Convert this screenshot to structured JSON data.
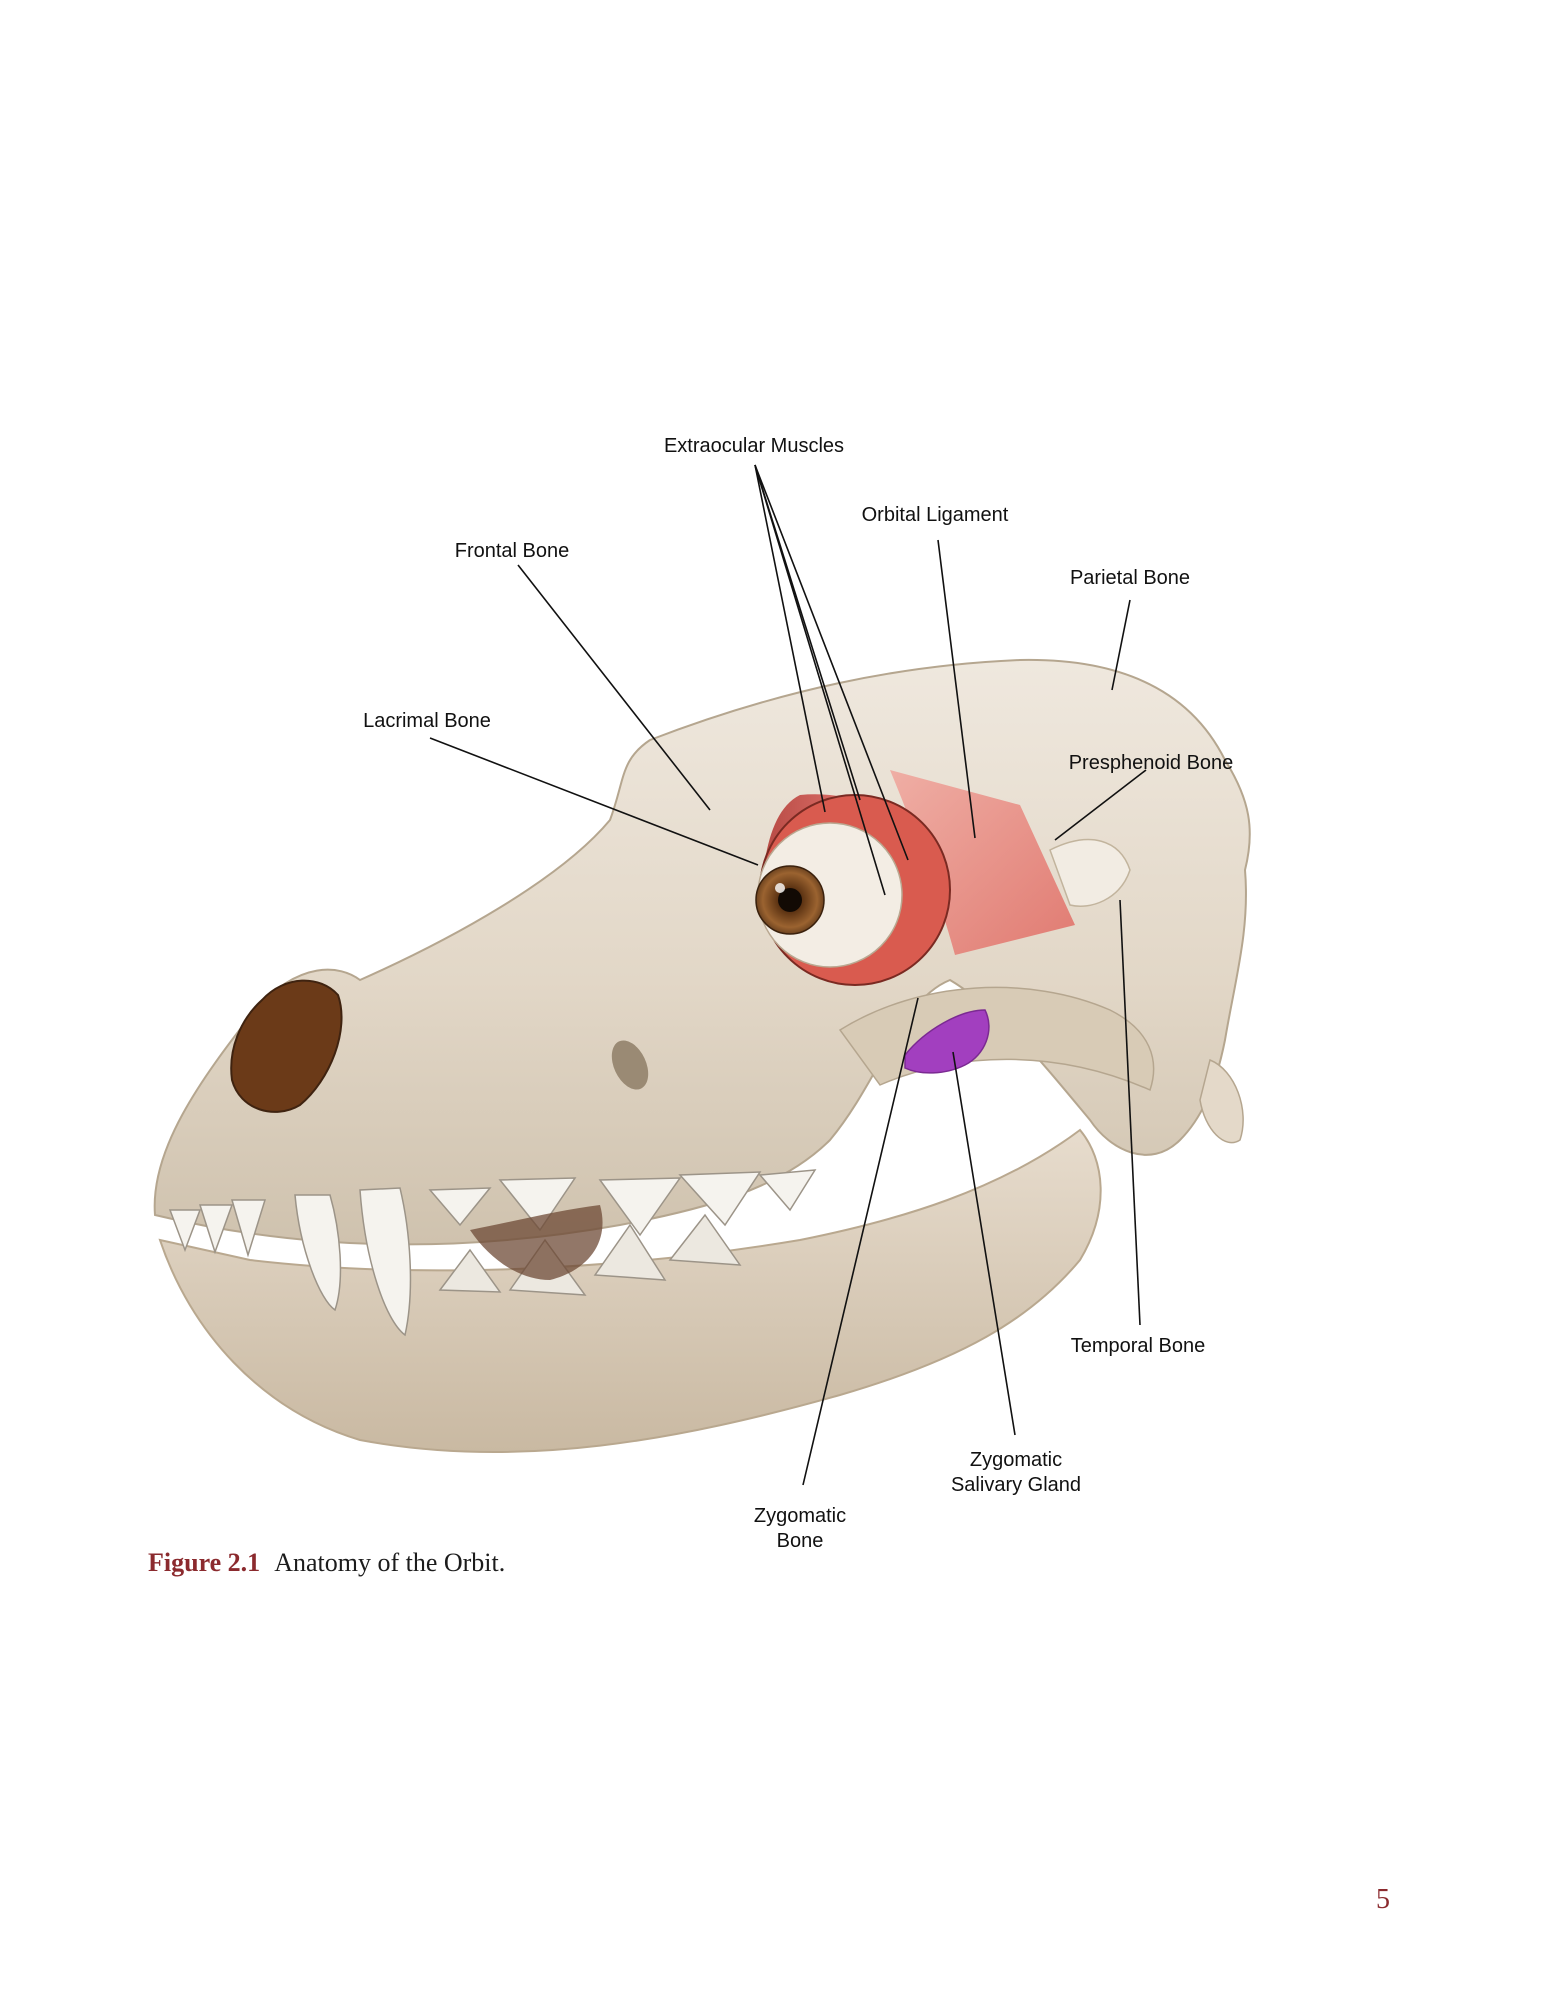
{
  "labels": {
    "extraocular": "Extraocular Muscles",
    "orbital_ligament": "Orbital Ligament",
    "frontal": "Frontal Bone",
    "parietal": "Parietal Bone",
    "lacrimal": "Lacrimal Bone",
    "presphenoid": "Presphenoid Bone",
    "temporal": "Temporal Bone",
    "zyg_gland_1": "Zygomatic",
    "zyg_gland_2": "Salivary Gland",
    "zyg_bone_1": "Zygomatic",
    "zyg_bone_2": "Bone"
  },
  "caption": {
    "figure": "Figure 2.1",
    "text": "Anatomy of the Orbit."
  },
  "page_number": "5",
  "colors": {
    "bone": "#e6ddd0",
    "muscle": "#d9534f",
    "ligament": "#e8827a",
    "gland": "#a23fbf",
    "accent": "#8b2a2e"
  }
}
